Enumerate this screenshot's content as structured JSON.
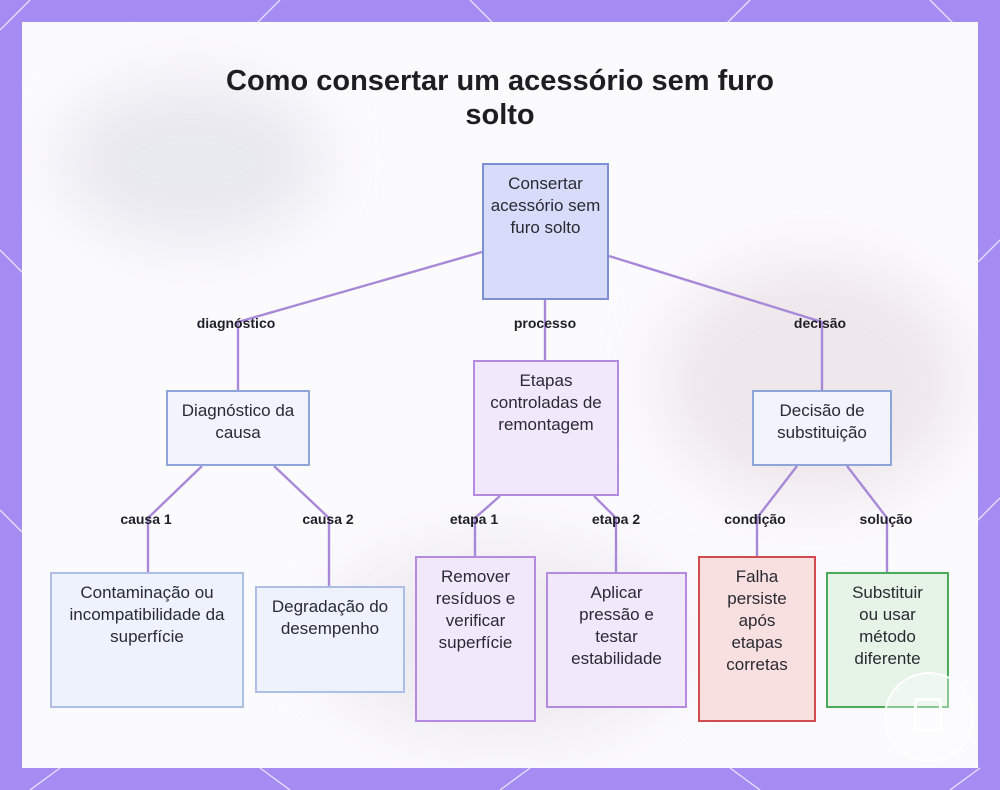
{
  "title": {
    "line1": "Como consertar um acessório sem furo",
    "line2": "solto"
  },
  "nodes": {
    "root": "Consertar acessório sem furo solto",
    "diagnostico": "Diagnóstico da causa",
    "etapas": "Etapas controladas de remontagem",
    "decisao": "Decisão de substituição",
    "contaminacao": "Contaminação ou incompatibilidade da superfície",
    "degradacao": "Degradação do desempenho",
    "remover": "Remover resíduos e verificar superfície",
    "aplicar": "Aplicar pressão e testar estabilidade",
    "falha": "Falha persiste após etapas corretas",
    "substituir": "Substituir ou usar método diferente"
  },
  "edge_labels": {
    "diagnostico": "diagnóstico",
    "processo": "processo",
    "decisao": "decisão",
    "causa1": "causa 1",
    "causa2": "causa 2",
    "etapa1": "etapa 1",
    "etapa2": "etapa 2",
    "condicao": "condição",
    "solucao": "solução"
  },
  "colors": {
    "edge": "#a889d8",
    "background": "#a48cf2"
  },
  "icons": {
    "logo": "brand-logo-icon"
  }
}
